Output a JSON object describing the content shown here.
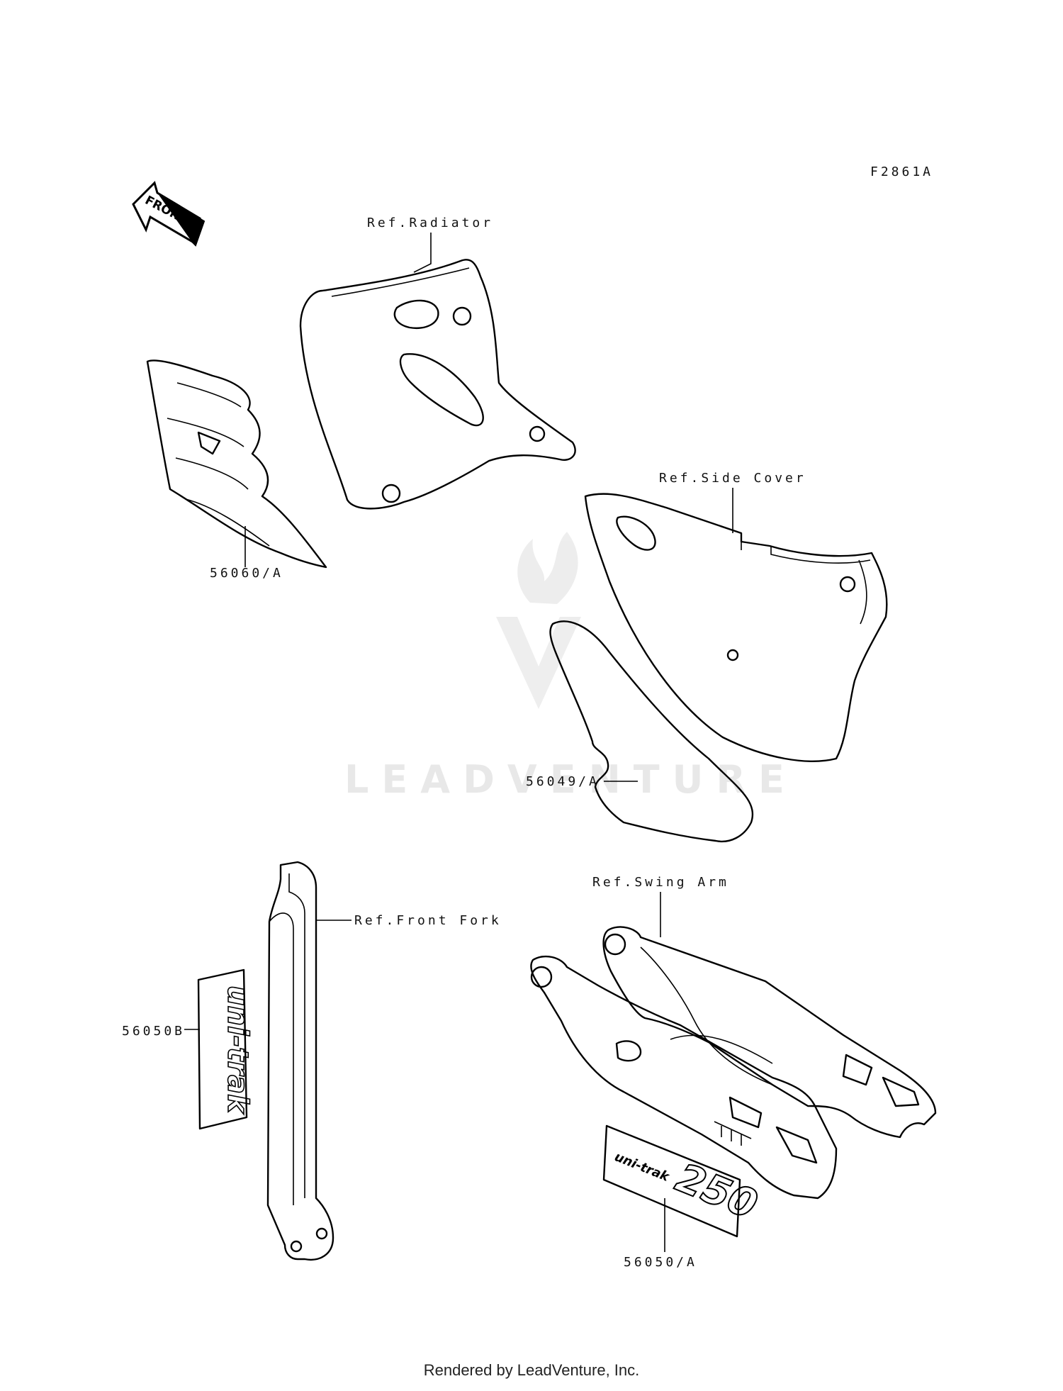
{
  "diagram_code": "F2861A",
  "front_label": "FRONT",
  "refs": {
    "radiator": "Ref.Radiator",
    "side_cover": "Ref.Side Cover",
    "front_fork": "Ref.Front Fork",
    "swing_arm": "Ref.Swing Arm"
  },
  "parts": {
    "shroud_decal": "56060/A",
    "side_cover_decal": "56049/A",
    "fork_guard_decal": "56050B",
    "swing_arm_decal": "56050/A"
  },
  "decal_text": {
    "fork": "uni-trak",
    "swing_arm": "uni-trak",
    "swing_arm_number": "250"
  },
  "watermark": "LEADVENTURE",
  "footer": "Rendered by LeadVenture, Inc."
}
